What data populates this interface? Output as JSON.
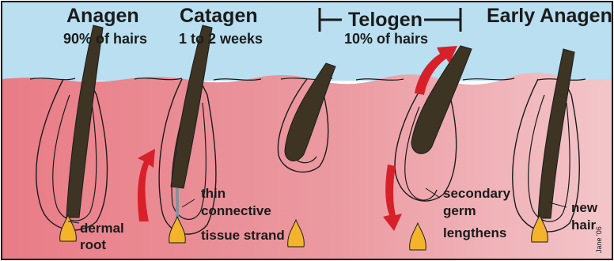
{
  "stages": [
    {
      "title": "Anagen",
      "subtitle": "90% of hairs"
    },
    {
      "title": "Catagen",
      "subtitle": "1 to 2 weeks"
    },
    {
      "title": "Telogen",
      "subtitle": "10% of hairs"
    },
    {
      "title": "Early Anagen",
      "subtitle": ""
    }
  ],
  "labels": {
    "dermal_root": [
      "dermal",
      "root"
    ],
    "connective": [
      "thin",
      "connective",
      "tissue strand"
    ],
    "secondary_germ": [
      "secondary",
      "germ",
      "lengthens"
    ],
    "new_hair": [
      "new",
      "hair"
    ]
  },
  "signature": "Jane '06",
  "colors": {
    "sky": "#b9dff0",
    "skin_left": "#e97c86",
    "skin_right": "#f2c4c8",
    "hair": "#3d3424",
    "papilla": "#f3b42b",
    "arrow": "#d8202a",
    "ink": "#1b1b1b"
  },
  "icons": [
    "curved-up-arrow",
    "curved-down-arrow",
    "curved-out-arrow",
    "bracket-icon"
  ]
}
